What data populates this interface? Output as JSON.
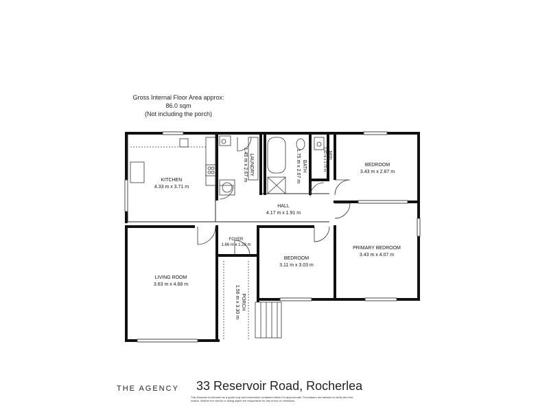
{
  "area_note": {
    "line1": "Gross Internal Floor Area approx:",
    "line2": "86.0 sqm",
    "line3": "(Not including the porch)"
  },
  "rooms": {
    "kitchen": {
      "name": "KITCHEN",
      "dims": "4.33 m x 3.71 m"
    },
    "laundry": {
      "name": "LAUNDRY",
      "dims": "1.45 m x 2.67 m"
    },
    "bath": {
      "name": "BATH",
      "dims": "1.75 m x 2.67 m"
    },
    "bath_small": {
      "name": "BATH",
      "dims": "0.92 m x 1.70 m"
    },
    "bedroom_top": {
      "name": "BEDROOM",
      "dims": "3.43 m x 2.67 m"
    },
    "hall": {
      "name": "HALL",
      "dims": "4.17 m x 1.91 m"
    },
    "foyer": {
      "name": "FOYER",
      "dims": "1.66 m x 1.28 m"
    },
    "living": {
      "name": "LIVING ROOM",
      "dims": "3.63 m x 4.68 m"
    },
    "porch": {
      "name": "PORCH",
      "dims": "1.56 m x 3.30 m"
    },
    "bedroom_mid": {
      "name": "BEDROOM",
      "dims": "3.11 m x 3.03 m"
    },
    "primary": {
      "name": "PRIMARY BEDROOM",
      "dims": "3.43 m x 4.07 m"
    }
  },
  "footer": {
    "logo": "THE AGENCY",
    "address": "33 Reservoir Road, Rocherlea",
    "disclaimer_line1": "This floorplan is intended as a guide only and information contained within it is approximate. Purchasers are advised to verify the infor-",
    "disclaimer_line2": "mation. Neither the vendor or listing agent are responsible for any errors or omissions."
  }
}
